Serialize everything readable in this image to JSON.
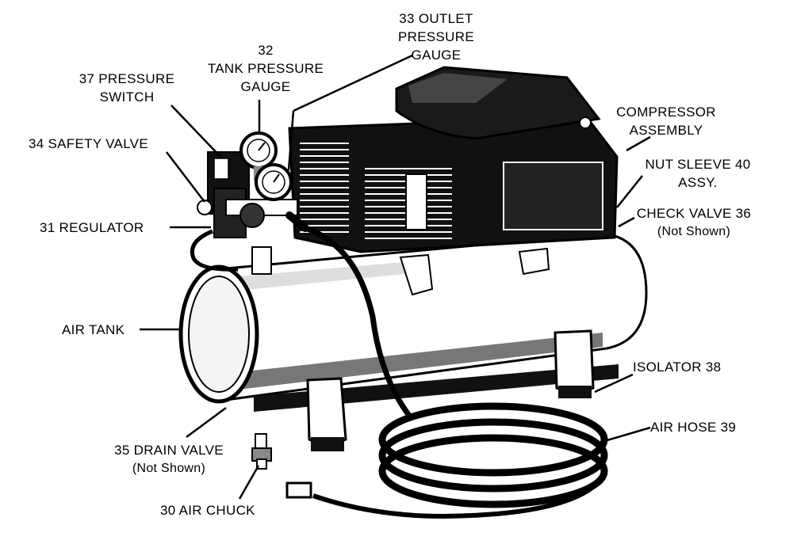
{
  "labels": {
    "outlet_gauge": [
      "33 OUTLET",
      "PRESSURE",
      "GAUGE"
    ],
    "tank_gauge": [
      "32",
      "TANK PRESSURE",
      "GAUGE"
    ],
    "pressure_switch": [
      "37 PRESSURE",
      "SWITCH"
    ],
    "safety_valve": "34 SAFETY VALVE",
    "regulator": "31 REGULATOR",
    "compressor": [
      "COMPRESSOR",
      "ASSEMBLY"
    ],
    "nut_sleeve": [
      "NUT SLEEVE 40",
      "ASSY."
    ],
    "check_valve": [
      "CHECK VALVE 36",
      "(Not Shown)"
    ],
    "air_tank": "AIR TANK",
    "isolator": "ISOLATOR  38",
    "air_hose": "AIR HOSE 39",
    "drain_valve": [
      "35 DRAIN VALVE",
      "(Not Shown)"
    ],
    "air_chuck": "30 AIR CHUCK"
  }
}
